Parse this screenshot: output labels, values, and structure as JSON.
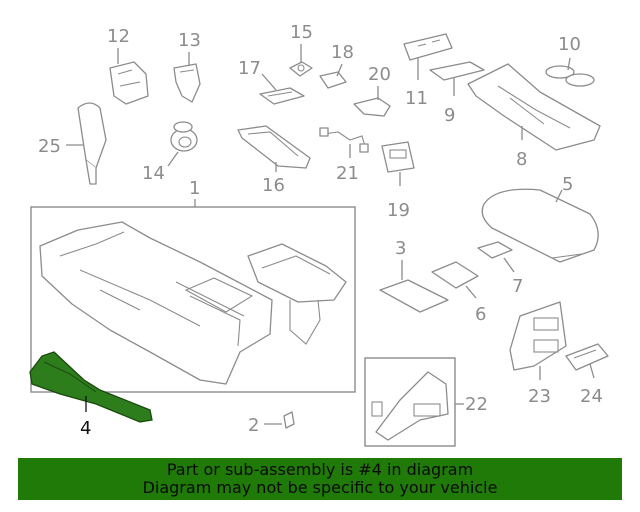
{
  "callouts": {
    "c1": "1",
    "c2": "2",
    "c3": "3",
    "c4": "4",
    "c5": "5",
    "c6": "6",
    "c7": "7",
    "c8": "8",
    "c9": "9",
    "c10": "10",
    "c11": "11",
    "c12": "12",
    "c13": "13",
    "c14": "14",
    "c15": "15",
    "c16": "16",
    "c17": "17",
    "c18": "18",
    "c19": "19",
    "c20": "20",
    "c21": "21",
    "c22": "22",
    "c23": "23",
    "c24": "24",
    "c25": "25"
  },
  "highlighted_part": "4",
  "colors": {
    "highlight_fill": "#2e7d1c",
    "banner_background": "#1f7a08",
    "line_gray": "#8c8c8c"
  },
  "banner": {
    "line1": "Part or sub-assembly is #4 in diagram",
    "line2": "Diagram may not be specific to your vehicle"
  }
}
